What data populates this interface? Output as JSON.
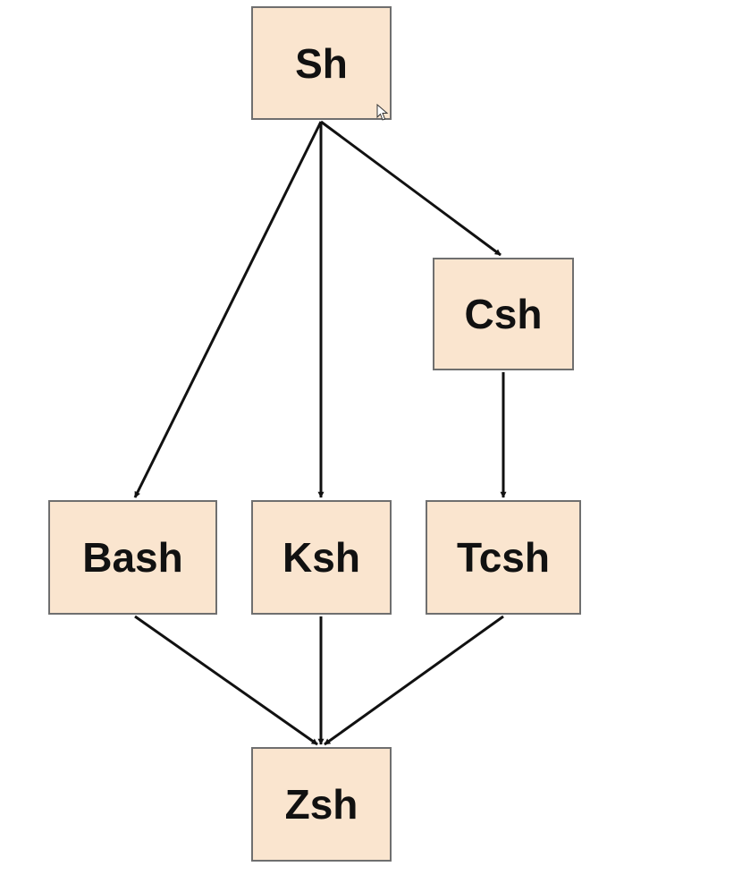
{
  "diagram": {
    "nodes": {
      "sh": "Sh",
      "csh": "Csh",
      "bash": "Bash",
      "ksh": "Ksh",
      "tcsh": "Tcsh",
      "zsh": "Zsh"
    },
    "edges": [
      {
        "from": "Sh",
        "to": "Bash"
      },
      {
        "from": "Sh",
        "to": "Ksh"
      },
      {
        "from": "Sh",
        "to": "Csh"
      },
      {
        "from": "Csh",
        "to": "Tcsh"
      },
      {
        "from": "Bash",
        "to": "Zsh"
      },
      {
        "from": "Ksh",
        "to": "Zsh"
      },
      {
        "from": "Tcsh",
        "to": "Zsh"
      }
    ],
    "colors": {
      "node_fill": "#fae5cf",
      "node_border": "#6f6f6f",
      "edge": "#111111"
    },
    "icons": {
      "cursor": "mouse-pointer-icon"
    }
  }
}
